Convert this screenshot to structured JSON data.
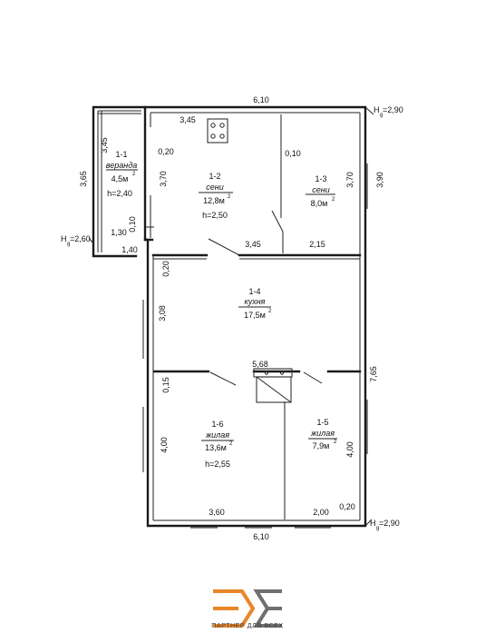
{
  "rooms": [
    {
      "id": "1-1",
      "name": "веранда",
      "area": "4,5м",
      "height": "h=2,40"
    },
    {
      "id": "1-2",
      "name": "сени",
      "area": "12,8м",
      "height": "h=2,50"
    },
    {
      "id": "1-3",
      "name": "сени",
      "area": "8,0м",
      "height": ""
    },
    {
      "id": "1-4",
      "name": "кухня",
      "area": "17,5м",
      "height": ""
    },
    {
      "id": "1-5",
      "name": "жилая",
      "area": "7,9м",
      "height": ""
    },
    {
      "id": "1-6",
      "name": "жилая",
      "area": "13,6м",
      "height": "h=2,55"
    }
  ],
  "area_exponent": "2",
  "dimensions": {
    "top_width": "6,10",
    "bottom_width": "6,10",
    "d_345_top": "3,45",
    "d_020_a": "0,20",
    "d_370_left": "3,70",
    "d_010_1_3": "0,10",
    "d_370_right": "3,70",
    "d_390_right": "3,90",
    "d_365_veranda": "3,65",
    "d_345_veranda": "3,45",
    "d_130": "1,30",
    "d_010_left": "0,10",
    "d_140": "1,40",
    "d_345_mid": "3,45",
    "d_215": "2,15",
    "d_020_b": "0,20",
    "d_308": "3,08",
    "d_765": "7,65",
    "d_568": "5,68",
    "d_015": "0,15",
    "d_400_left": "4,00",
    "d_400_right": "4,00",
    "d_360": "3,60",
    "d_200": "2,00",
    "d_020_c": "0,20"
  },
  "heights": {
    "h_top_right": {
      "base": "H",
      "sub": "g",
      "value": "=2,90"
    },
    "h_bottom_right": {
      "base": "H",
      "sub": "g",
      "value": "=2,90"
    },
    "h_left": {
      "base": "H",
      "sub": "g",
      "value": "=2,60"
    }
  },
  "logo": {
    "tagline": "ПАРТНЕР ДЛЯ ВСЕХ",
    "color_orange": "#e8862a",
    "color_gray": "#6f6f6f"
  }
}
